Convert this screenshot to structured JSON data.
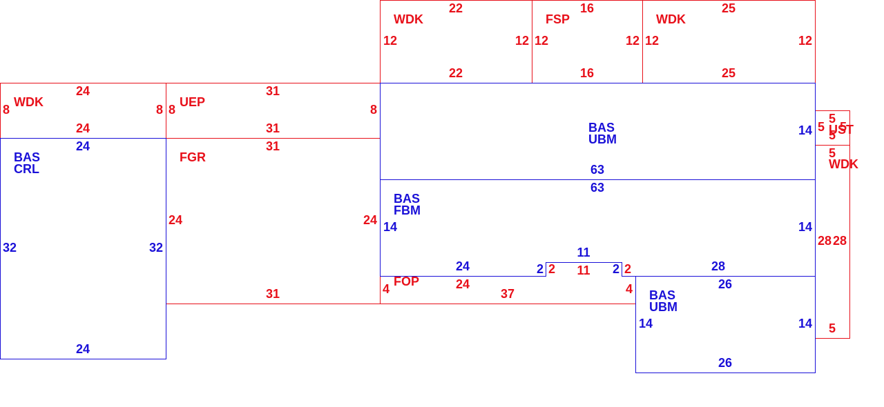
{
  "colors": {
    "base": "#1a10d8",
    "addition": "#e8101a"
  },
  "areas": {
    "wdk_top_left": {
      "code": "WDK",
      "dims": [
        "22",
        "22",
        "12",
        "12"
      ]
    },
    "fsp": {
      "code": "FSP",
      "dims": [
        "16",
        "16",
        "12",
        "12"
      ]
    },
    "wdk_top_right": {
      "code": "WDK",
      "dims": [
        "25",
        "25",
        "12",
        "12"
      ]
    },
    "wdk_left": {
      "code": "WDK",
      "dims": [
        "24",
        "24",
        "8",
        "8"
      ]
    },
    "uep": {
      "code": "UEP",
      "dims": [
        "31",
        "31",
        "8",
        "8"
      ]
    },
    "bas_crl": {
      "code": [
        "BAS",
        "CRL"
      ],
      "dims": [
        "24",
        "24",
        "32",
        "32"
      ]
    },
    "fgr": {
      "code": "FGR",
      "dims": [
        "31",
        "31",
        "24",
        "24"
      ]
    },
    "bas_ubm_top": {
      "code": [
        "BAS",
        "UBM"
      ],
      "dims": [
        "63",
        "14"
      ]
    },
    "bas_fbm": {
      "code": [
        "BAS",
        "FBM"
      ],
      "dims": [
        "63",
        "14",
        "14",
        "24",
        "2",
        "11",
        "2",
        "28"
      ]
    },
    "fop": {
      "code": "FOP",
      "dims": [
        "24",
        "4",
        "37",
        "4",
        "2",
        "11",
        "2"
      ]
    },
    "bas_ubm_bottom": {
      "code": [
        "BAS",
        "UBM"
      ],
      "dims": [
        "26",
        "26",
        "14",
        "14"
      ]
    },
    "ust": {
      "code": "UST",
      "dims": [
        "5",
        "5",
        "5",
        "5"
      ]
    },
    "wdk_right": {
      "code": "WDK",
      "dims": [
        "5",
        "5",
        "28",
        "28"
      ]
    }
  }
}
